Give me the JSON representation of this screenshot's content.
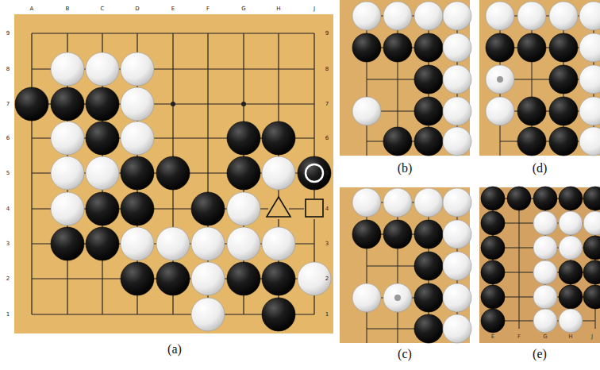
{
  "diagram": {
    "labels": [
      "A",
      "B",
      "C",
      "D",
      "E",
      "F",
      "G",
      "H",
      "J",
      "9",
      "8",
      "7",
      "6",
      "5",
      "4",
      "3",
      "2",
      "1",
      "9",
      "8",
      "7",
      "6",
      "5",
      "4",
      "3",
      "2",
      "1",
      "(a)",
      "(b)",
      "(d)",
      "(c)",
      "(e)",
      "E",
      "F",
      "G",
      "H",
      "J"
    ]
  }
}
